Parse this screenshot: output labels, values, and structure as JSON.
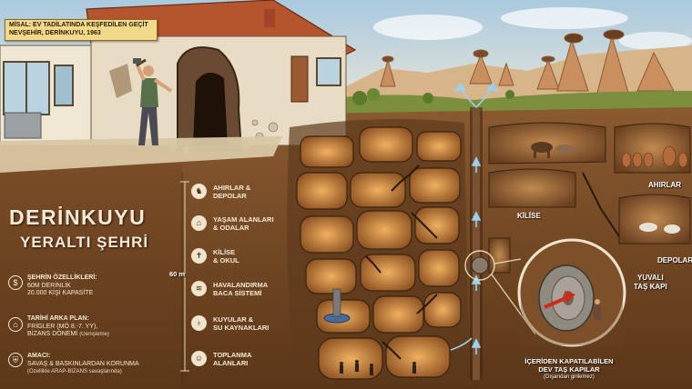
{
  "caption": {
    "line1": "MİSAL: EV TADİLATINDA KEŞFEDİLEN GEÇİT",
    "line2": "NEVŞEHİR, DERİNKUYU, 1963"
  },
  "title": {
    "line1": "DERİNKUYU",
    "line2": "YERALTI ŞEHRİ"
  },
  "info": [
    {
      "icon": "dollar-icon",
      "glyph": "$",
      "heading": "ŞEHRİN ÖZELLİKLERİ:",
      "lines": [
        "60M DERİNLİK",
        "20.000 KİŞİ KAPASİTE"
      ],
      "note": ""
    },
    {
      "icon": "columns-icon",
      "glyph": "⌂",
      "heading": "TARİHİ ARKA PLAN:",
      "lines": [
        "FRİGLER (MÖ 8.-7. YY),",
        "BİZANS DÖNEMİ"
      ],
      "note": "(Genişleme)"
    },
    {
      "icon": "shield-icon",
      "glyph": "⛨",
      "heading": "AMACI:",
      "lines": [
        "SAVAŞ & BASKINLARDAN KORUNMA"
      ],
      "note": "(Özellikle ARAP-BİZANS savaşlarında)"
    }
  ],
  "depth_label": "60 m",
  "legend": [
    {
      "icon": "animal-icon",
      "glyph": "♞",
      "lines": [
        "AHIRLAR &",
        "DEPOLAR"
      ]
    },
    {
      "icon": "house-icon",
      "glyph": "⌂",
      "lines": [
        "YAŞAM ALANLARI",
        "& ODALAR"
      ]
    },
    {
      "icon": "church-icon",
      "glyph": "✝",
      "lines": [
        "KİLİSE",
        "& OKUL"
      ]
    },
    {
      "icon": "wind-icon",
      "glyph": "≋",
      "lines": [
        "HAVALANDIRMA",
        "BACA SİSTEMİ"
      ]
    },
    {
      "icon": "drop-icon",
      "glyph": "♁",
      "lines": [
        "KUYULAR &",
        "SU KAYNAKLARI"
      ]
    },
    {
      "icon": "people-icon",
      "glyph": "☺",
      "lines": [
        "TOPLANMA",
        "ALANLARI"
      ]
    }
  ],
  "labels": {
    "church": "KİLİSE",
    "stables": "AHIRLAR",
    "storage": "DEPOLAR",
    "stone_door": [
      "YUVALI",
      "TAŞ KAPI"
    ]
  },
  "bottom": {
    "line1": "İÇERİDEN KAPATILABİLEN",
    "line2": "DEV TAŞ KAPILAR",
    "note": "(Dışarıdan girilemez)"
  }
}
